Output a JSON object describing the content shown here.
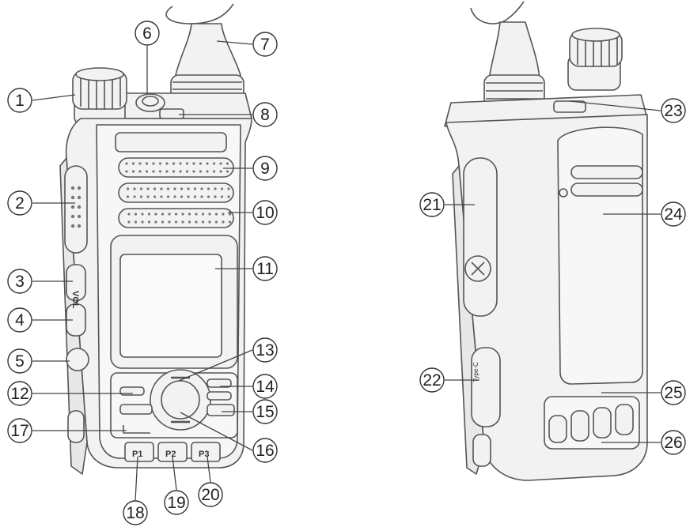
{
  "front_labels": {
    "vol": "VOL",
    "p1": "P1",
    "p2": "P2",
    "p3": "P3"
  },
  "back_labels": {
    "usb": "Type-C"
  },
  "callouts": [
    {
      "id": "1",
      "label": "1"
    },
    {
      "id": "2",
      "label": "2"
    },
    {
      "id": "3",
      "label": "3"
    },
    {
      "id": "4",
      "label": "4"
    },
    {
      "id": "5",
      "label": "5"
    },
    {
      "id": "6",
      "label": "6"
    },
    {
      "id": "7",
      "label": "7"
    },
    {
      "id": "8",
      "label": "8"
    },
    {
      "id": "9",
      "label": "9"
    },
    {
      "id": "10",
      "label": "10"
    },
    {
      "id": "11",
      "label": "11"
    },
    {
      "id": "12",
      "label": "12"
    },
    {
      "id": "13",
      "label": "13"
    },
    {
      "id": "14",
      "label": "14"
    },
    {
      "id": "15",
      "label": "15"
    },
    {
      "id": "16",
      "label": "16"
    },
    {
      "id": "17",
      "label": "17"
    },
    {
      "id": "18",
      "label": "18"
    },
    {
      "id": "19",
      "label": "19"
    },
    {
      "id": "20",
      "label": "20"
    },
    {
      "id": "21",
      "label": "21"
    },
    {
      "id": "22",
      "label": "22"
    },
    {
      "id": "23",
      "label": "23"
    },
    {
      "id": "24",
      "label": "24"
    },
    {
      "id": "25",
      "label": "25"
    },
    {
      "id": "26",
      "label": "26"
    }
  ],
  "colors": {
    "body_fill": "#f2f2f2",
    "outline": "#555555",
    "line": "#444444"
  }
}
